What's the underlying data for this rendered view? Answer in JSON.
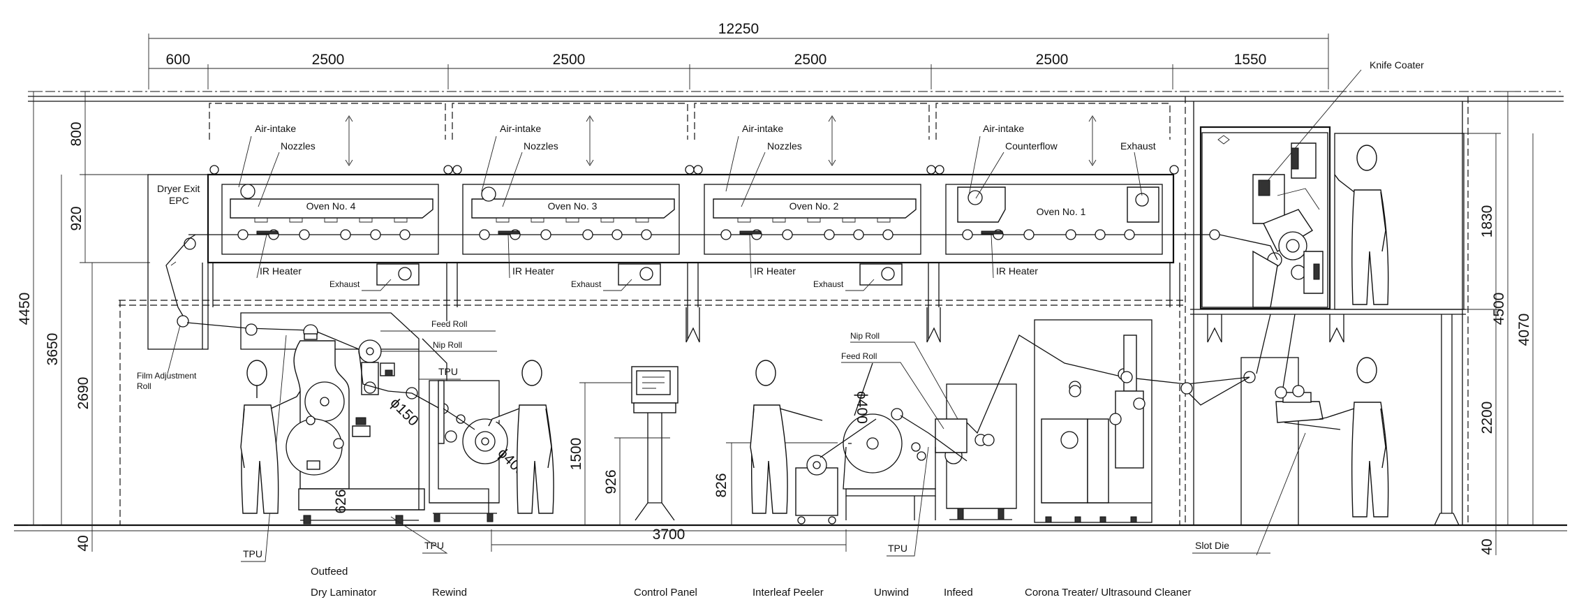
{
  "dimensions": {
    "top": {
      "overall": "12250",
      "segments": [
        "600",
        "2500",
        "2500",
        "2500",
        "2500",
        "1550"
      ]
    },
    "left": {
      "overall": "4450",
      "upper": "800",
      "oven": "920",
      "lower": "3650",
      "frame": "2690",
      "base": "40"
    },
    "right": {
      "overall": "4500",
      "coater": "1830",
      "mid": "4070",
      "lower": "2200",
      "base": "40"
    },
    "internal": {
      "dryer_roll": "626",
      "panel_height": "1500",
      "panel_base": "926",
      "peeler_height": "826",
      "span": "3700",
      "roll_dia_150": "ϕ150",
      "roll_dia_400_rewind": "ϕ400",
      "roll_dia_400_unwind": "ϕ400"
    }
  },
  "ovens": [
    {
      "name": "Oven No. 4",
      "label_a": "Air-intake",
      "label_b": "Nozzles",
      "ir": "IR Heater",
      "exhaust": "Exhaust"
    },
    {
      "name": "Oven No. 3",
      "label_a": "Air-intake",
      "label_b": "Nozzles",
      "ir": "IR Heater",
      "exhaust": "Exhaust"
    },
    {
      "name": "Oven No. 2",
      "label_a": "Air-intake",
      "label_b": "Nozzles",
      "ir": "IR Heater",
      "exhaust": "Exhaust"
    },
    {
      "name": "Oven No. 1",
      "label_a": "Air-intake",
      "label_b": "Counterflow",
      "ir": "IR Heater",
      "exhaust": "Exhaust"
    }
  ],
  "labels": {
    "knife_coater": "Knife Coater",
    "dryer_exit_1": "Dryer Exit",
    "dryer_exit_2": "EPC",
    "film_adjust_1": "Film Adjustment",
    "film_adjust_2": "Roll",
    "feed_roll_left": "Feed Roll",
    "nip_roll_left": "Nip Roll",
    "tpu_top": "TPU",
    "nip_roll_right": "Nip Roll",
    "feed_roll_right": "Feed Roll",
    "tpu_left": "TPU",
    "tpu_mid": "TPU",
    "tpu_right": "TPU",
    "slot_die": "Slot Die"
  },
  "captions": {
    "outfeed": "Outfeed",
    "dry_laminator": "Dry Laminator",
    "rewind": "Rewind",
    "control_panel": "Control Panel",
    "interleaf_peeler": "Interleaf Peeler",
    "unwind": "Unwind",
    "infeed": "Infeed",
    "corona": "Corona Treater/ Ultrasound Cleaner"
  }
}
